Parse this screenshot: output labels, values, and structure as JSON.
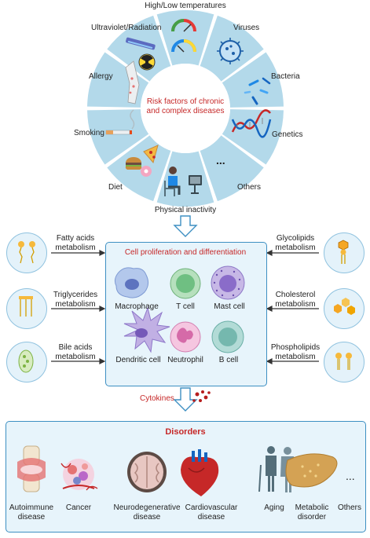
{
  "wheel": {
    "center_line1": "Risk factors of chronic",
    "center_line2": "and complex diseases",
    "factors": {
      "temperature": "High/Low temperatures",
      "viruses": "Viruses",
      "bacteria": "Bacteria",
      "genetics": "Genetics",
      "others": "Others",
      "others_symbol": "...",
      "physical": "Physical inactivity",
      "diet": "Diet",
      "smoking": "Smoking",
      "allergy": "Allergy",
      "uv": "Ultraviolet/Radiation"
    }
  },
  "metabolism": {
    "fatty_1": "Fatty acids",
    "fatty_2": "metabolism",
    "trig_1": "Triglycerides",
    "trig_2": "metabolism",
    "bile_1": "Bile acids",
    "bile_2": "metabolism",
    "glyco_1": "Glycolipids",
    "glyco_2": "metabolism",
    "chol_1": "Cholesterol",
    "chol_2": "metabolism",
    "phos_1": "Phospholipids",
    "phos_2": "metabolism"
  },
  "cells": {
    "title": "Cell proliferation and differentiation",
    "macrophage": "Macrophage",
    "tcell": "T cell",
    "mast": "Mast cell",
    "dendritic": "Dendritic cell",
    "neutrophil": "Neutrophil",
    "bcell": "B cell"
  },
  "cytokines": "Cytokines",
  "disorders": {
    "title": "Disorders",
    "autoimmune_1": "Autoimmune",
    "autoimmune_2": "disease",
    "cancer": "Cancer",
    "neuro_1": "Neurodegenerative",
    "neuro_2": "disease",
    "cardio_1": "Cardiovascular",
    "cardio_2": "disease",
    "aging": "Aging",
    "metabolic_1": "Metabolic",
    "metabolic_2": "disorder",
    "others": "Others",
    "others_symbol": "..."
  },
  "colors": {
    "wheel_ring": "#b3d9ea",
    "panel_fill": "#e7f4fb",
    "panel_border": "#3d8fc2",
    "title_red": "#c62828"
  }
}
